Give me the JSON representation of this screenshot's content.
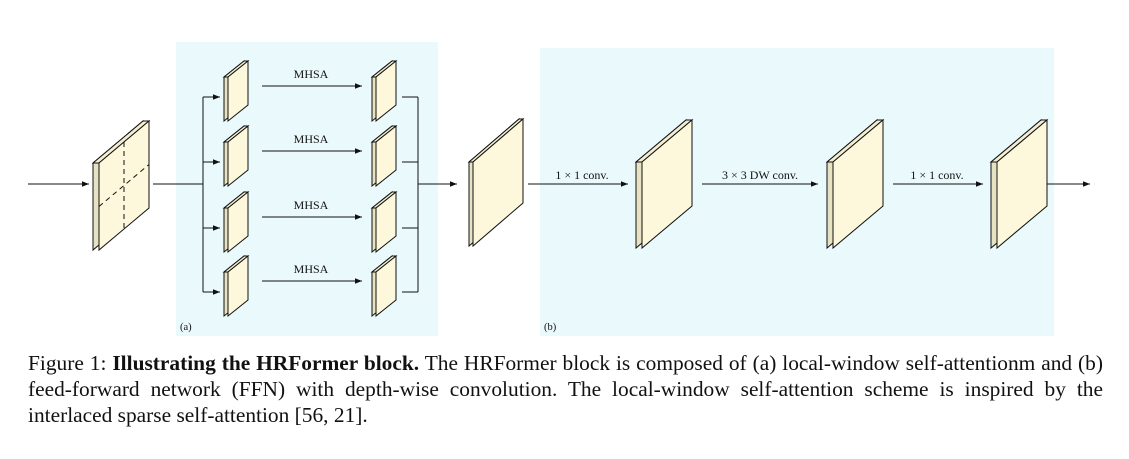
{
  "colors": {
    "panel_bg": "#eaf9fb",
    "block_front": "#fdf8dc",
    "block_side": "#e7e2c2",
    "block_top": "#f3eed2",
    "line": "#111111"
  },
  "panel_a": {
    "label": "(a)",
    "branches": [
      {
        "op": "MHSA"
      },
      {
        "op": "MHSA"
      },
      {
        "op": "MHSA"
      },
      {
        "op": "MHSA"
      }
    ]
  },
  "panel_b": {
    "label": "(b)",
    "ops": [
      "1 × 1 conv.",
      "3 × 3 DW conv.",
      "1 × 1 conv."
    ]
  },
  "caption": {
    "figure_label": "Figure 1:",
    "title": "Illustrating the HRFormer block.",
    "body": "The HRFormer block is composed of (a) local-window self-attentionm and (b) feed-forward network (FFN) with depth-wise convolution. The local-window self-attention scheme is inspired by the interlaced sparse self-attention [56, 21]."
  }
}
